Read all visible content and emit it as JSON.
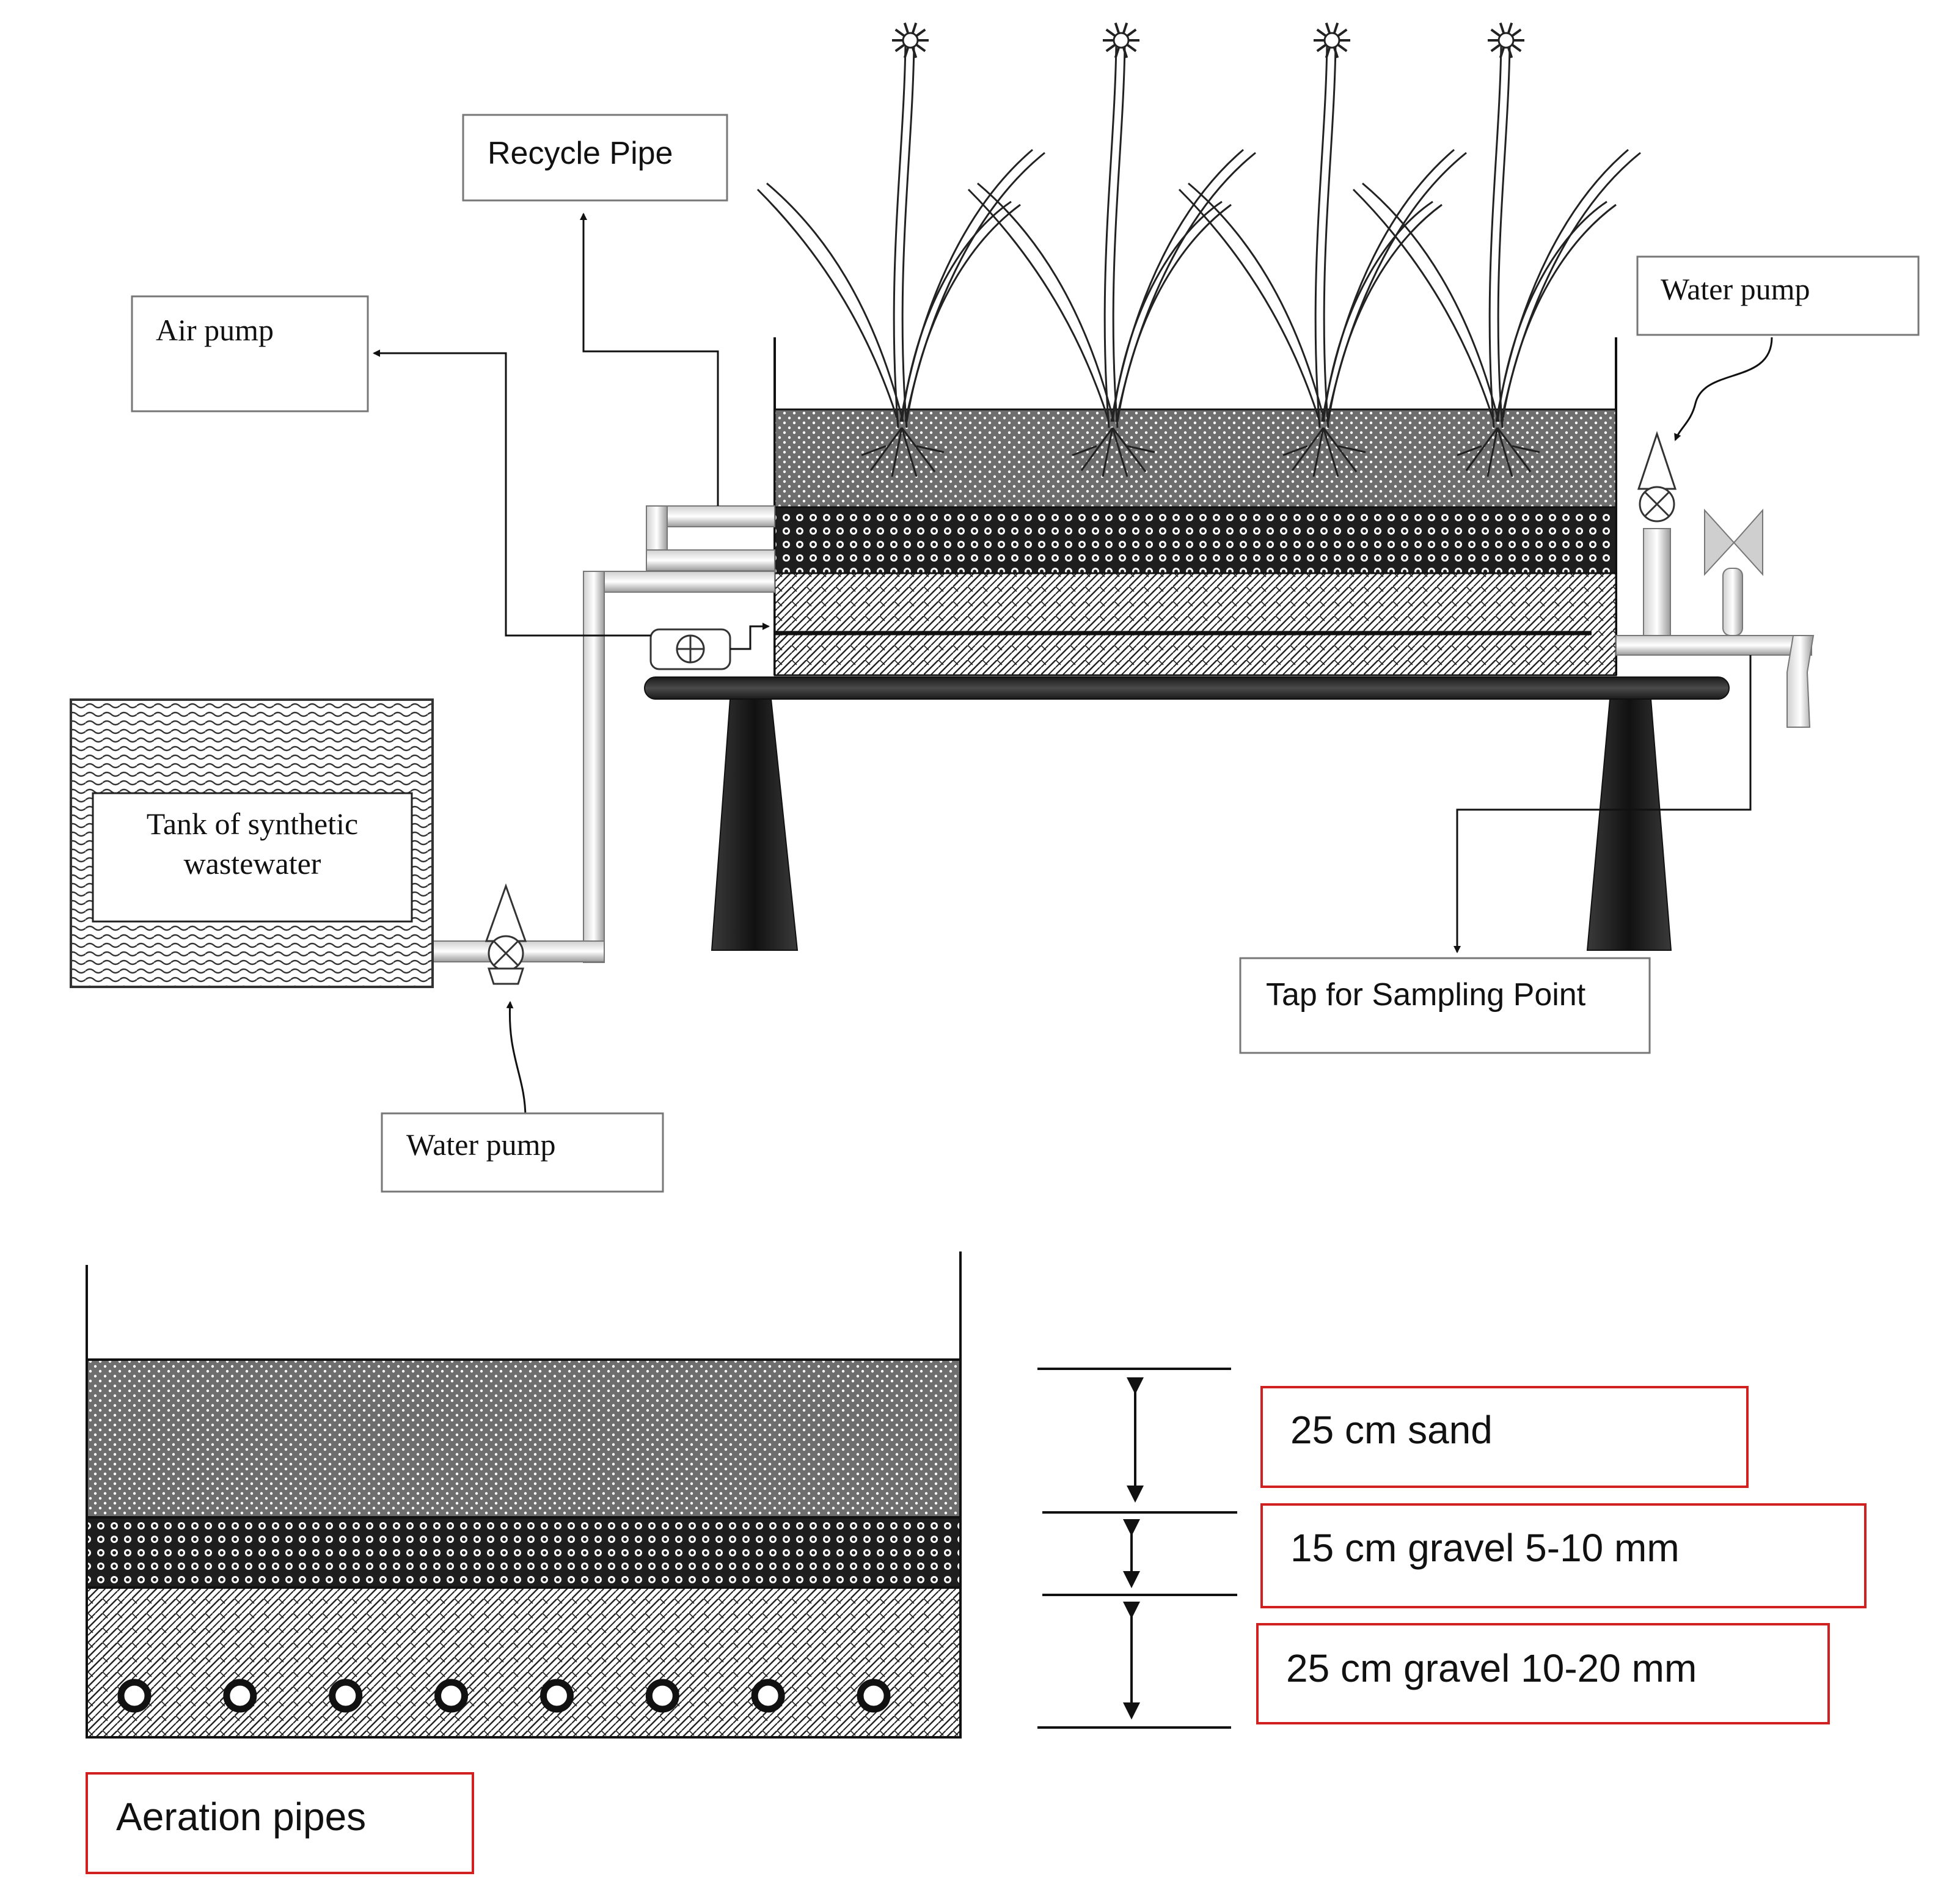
{
  "colors": {
    "line": "#111111",
    "label_border": "#7a7a7a",
    "highlight_border": "#d02020",
    "layer_sand_bg": "#6e6e6e",
    "layer_gravel_fine_bg": "#2a2a2a",
    "layer_gravel_coarse_bg": "#ffffff",
    "tank_fill_bg": "#ffffff",
    "table_bar": "#1f1f1f"
  },
  "top_diagram": {
    "labels": {
      "recycle_pipe": "Recycle Pipe",
      "air_pump": "Air pump",
      "water_pump_right": "Water pump",
      "tank_line1": "Tank of synthetic",
      "tank_line2": "wastewater",
      "water_pump_bottom": "Water pump",
      "tap_sampling": "Tap for Sampling Point"
    },
    "plant_count": 4,
    "icons": [
      "plant-icon",
      "flower-icon",
      "pump-valve-icon",
      "air-diffuser-icon",
      "tap-icon"
    ]
  },
  "bottom_diagram": {
    "layers": [
      {
        "depth_cm": 25,
        "label": "25 cm sand"
      },
      {
        "depth_cm": 15,
        "label": "15 cm gravel 5-10 mm"
      },
      {
        "depth_cm": 25,
        "label": "25 cm gravel 10-20 mm"
      }
    ],
    "aeration_label": "Aeration pipes",
    "aeration_pipe_count": 8
  }
}
